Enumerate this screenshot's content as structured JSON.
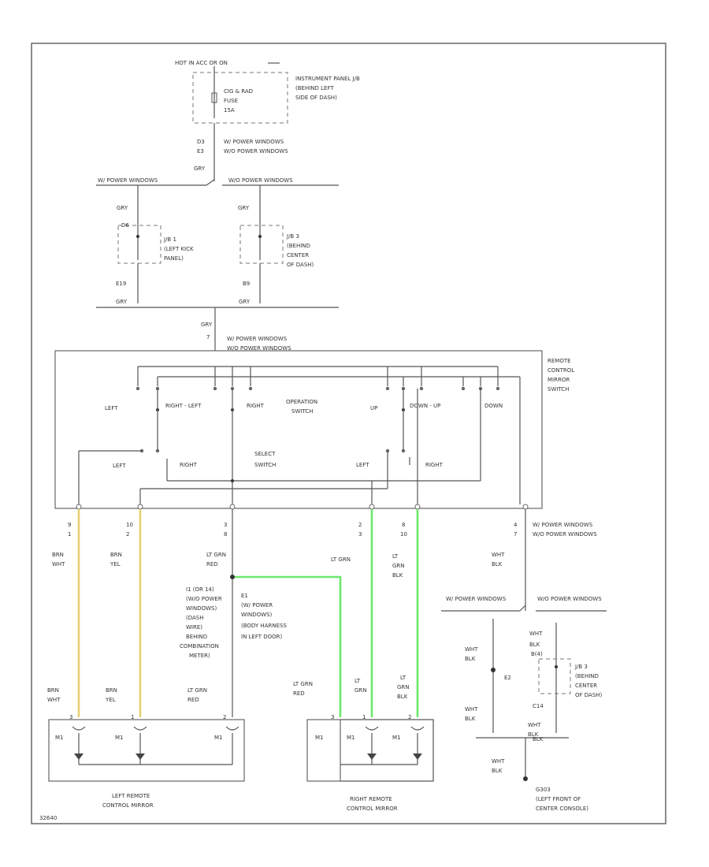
{
  "fuse_block": {
    "hot": "HOT IN ACC OR ON",
    "fuse": [
      "CIG & RAD",
      "FUSE",
      "15A"
    ],
    "location": [
      "INSTRUMENT PANEL J/B",
      "(BEHIND LEFT",
      "SIDE OF DASH)"
    ],
    "pin_a": "D3",
    "pin_b": "E3",
    "w_note": "W/ POWER WINDOWS",
    "wo_note": "W/O POWER WINDOWS",
    "wire": "GRY"
  },
  "branch": {
    "left_label": "W/ POWER WINDOWS",
    "right_label": "W/O POWER WINDOWS",
    "left": {
      "wire_in": "GRY",
      "pin_in": "D6",
      "jb": [
        "J/B 1",
        "(LEFT KICK",
        "PANEL)"
      ],
      "pin_out": "E19",
      "wire_out": "GRY"
    },
    "right": {
      "wire_in": "GRY",
      "pin_in": "",
      "jb": [
        "J/B 3",
        "(BEHIND",
        "CENTER",
        "OF DASH)"
      ],
      "pin_out": "B9",
      "wire_out": "GRY"
    }
  },
  "switch_feed": {
    "wire": "GRY",
    "pin": "7",
    "w_note": "W/ POWER WINDOWS",
    "wo_note": "W/O POWER WINDOWS"
  },
  "switch": {
    "name": [
      "REMOTE",
      "CONTROL",
      "MIRROR",
      "SWITCH"
    ],
    "labels": {
      "left": "LEFT",
      "right": "RIGHT",
      "up": "UP",
      "down": "DOWN",
      "right_left": "RIGHT - LEFT",
      "down_up": "DOWN - UP",
      "operation": [
        "OPERATION",
        "SWITCH"
      ],
      "select": [
        "SELECT",
        "SWITCH"
      ],
      "sel_left": "LEFT",
      "sel_right": "RIGHT",
      "sel_left2": "LEFT",
      "sel_right2": "RIGHT"
    }
  },
  "pins": [
    {
      "id": "p1",
      "a": "9",
      "b": "1",
      "wire": [
        "BRN",
        "WHT"
      ]
    },
    {
      "id": "p2",
      "a": "10",
      "b": "2",
      "wire": [
        "BRN",
        "YEL"
      ]
    },
    {
      "id": "p3",
      "a": "3",
      "b": "8",
      "wire": [
        "LT GRN",
        "RED"
      ]
    },
    {
      "id": "p4",
      "a": "2",
      "b": "3",
      "wire": [
        "LT GRN"
      ]
    },
    {
      "id": "p5",
      "a": "8",
      "b": "10",
      "wire": [
        "LT",
        "GRN",
        "BLK"
      ]
    },
    {
      "id": "p6",
      "a": "4",
      "b": "7",
      "wire": [
        "WHT",
        "BLK"
      ]
    }
  ],
  "pin6_notes": [
    "W/ POWER WINDOWS",
    "W/O POWER WINDOWS"
  ],
  "splice_notes": [
    "I1 (OR 14)",
    "(W/O POWER",
    "WINDOWS)",
    "(DASH",
    "WIRE)",
    "BEHIND",
    "COMBINATION",
    "METER)"
  ],
  "splice_notes2": [
    "E1",
    "(W/ POWER",
    "WINDOWS)",
    "(BODY HARNESS",
    "IN LEFT DOOR)"
  ],
  "ground": {
    "w_label": "W/ POWER WINDOWS",
    "wo_label": "W/O POWER WINDOWS",
    "left_wire_top": [
      "WHT",
      "BLK"
    ],
    "left_wire_bottom": [
      "WHT",
      "BLK"
    ],
    "splice": "E2",
    "right_wire_top": [
      "WHT",
      "BLK"
    ],
    "right_pin_top": "B(4)",
    "right_pin_bottom": "C14",
    "right_wire_bottom": [
      "WHT",
      "BLK"
    ],
    "jb": [
      "J/B 3",
      "(BEHIND",
      "CENTER",
      "OF DASH)"
    ],
    "bottom_wire": [
      "WHT",
      "BLK"
    ],
    "bus_wire": "BLK",
    "gnd": [
      "G303",
      "(LEFT FRONT OF",
      "CENTER CONSOLE)"
    ]
  },
  "left_mirror": {
    "name": [
      "LEFT REMOTE",
      "CONTROL MIRROR"
    ],
    "wires": [
      [
        "BRN",
        "WHT"
      ],
      [
        "BRN",
        "YEL"
      ],
      [
        "LT GRN",
        "RED"
      ]
    ],
    "pins": [
      "3",
      "1",
      "2"
    ],
    "motors": [
      "M1",
      "M1",
      "M1"
    ]
  },
  "right_mirror": {
    "name": [
      "RIGHT REMOTE",
      "CONTROL MIRROR"
    ],
    "wires": [
      [
        "LT GRN",
        "RED"
      ],
      [
        "LT",
        "GRN"
      ],
      [
        "LT",
        "GRN",
        "BLK"
      ]
    ],
    "pins": [
      "3",
      "1",
      "2"
    ],
    "motors": [
      "M1",
      "M1",
      "M1"
    ]
  },
  "code": "32640"
}
